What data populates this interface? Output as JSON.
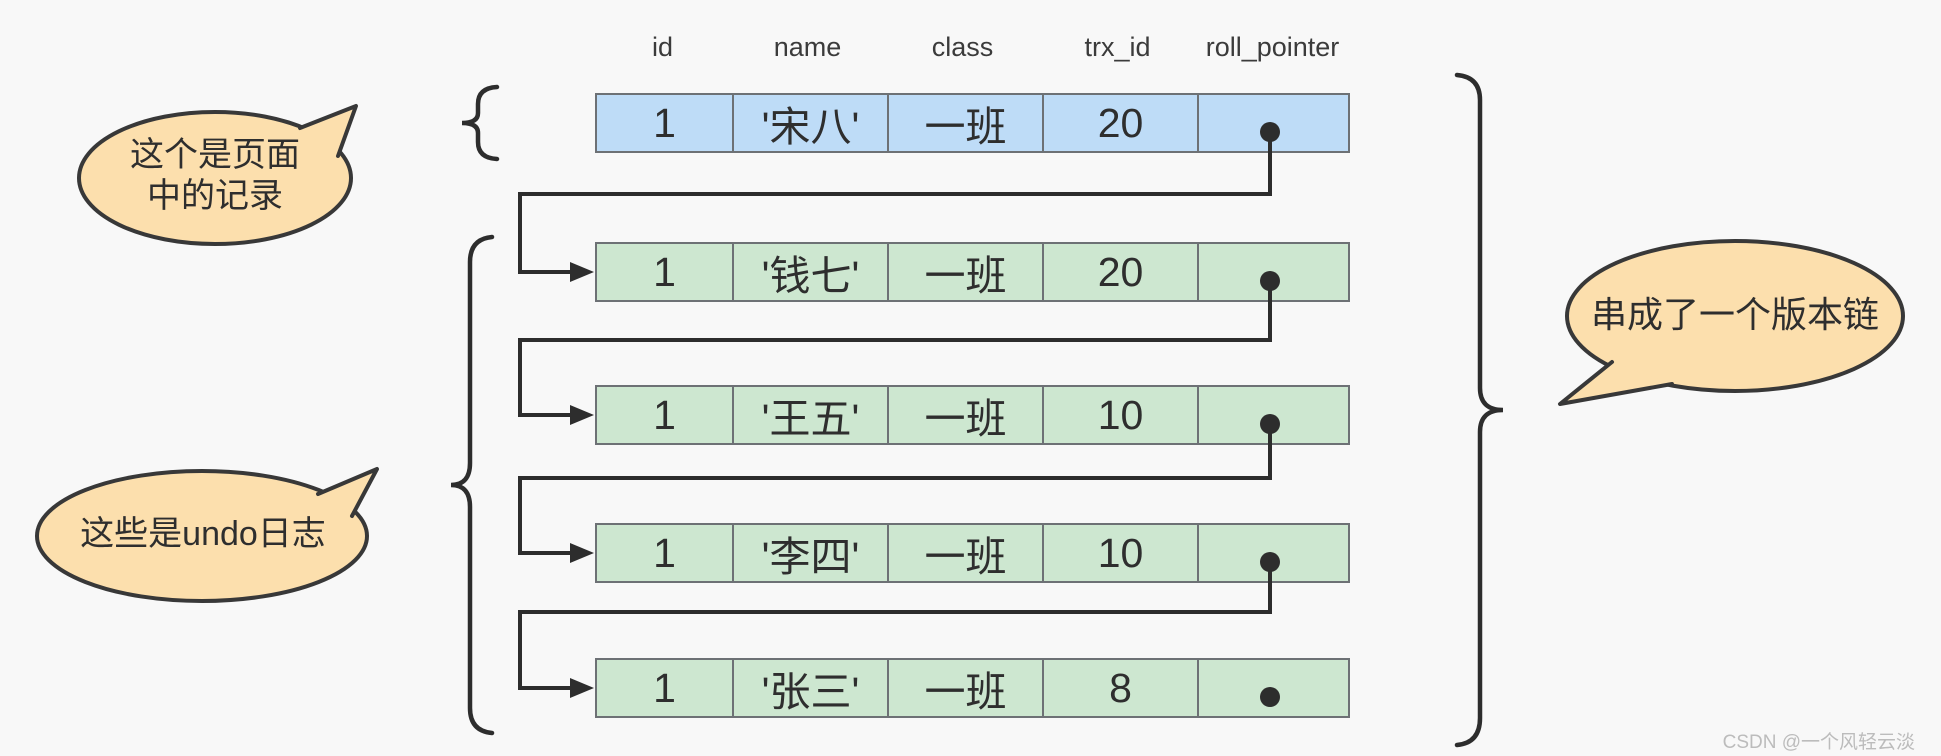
{
  "diagram": {
    "table": {
      "columns": [
        "id",
        "name",
        "class",
        "trx_id",
        "roll_pointer"
      ],
      "rows": [
        {
          "id": "1",
          "name": "'宋八'",
          "class": "一班",
          "trx_id": "20",
          "kind": "page_record"
        },
        {
          "id": "1",
          "name": "'钱七'",
          "class": "一班",
          "trx_id": "20",
          "kind": "undo_log"
        },
        {
          "id": "1",
          "name": "'王五'",
          "class": "一班",
          "trx_id": "10",
          "kind": "undo_log"
        },
        {
          "id": "1",
          "name": "'李四'",
          "class": "一班",
          "trx_id": "10",
          "kind": "undo_log"
        },
        {
          "id": "1",
          "name": "'张三'",
          "class": "一班",
          "trx_id": "8",
          "kind": "undo_log"
        }
      ]
    },
    "callouts": {
      "page_record": {
        "line1": "这个是页面",
        "line2": "中的记录"
      },
      "undo_logs": {
        "text": "这些是undo日志"
      },
      "version_chain": {
        "text": "串成了一个版本链"
      }
    },
    "colors": {
      "background": "#f8f8f8",
      "page_record_fill": "#bedcf7",
      "undo_log_fill": "#cde7d0",
      "callout_fill": "#fcdfad",
      "line": "#2d2d2d",
      "cell_border": "#6d7175"
    },
    "watermark": {
      "text": "CSDN @一个风轻云淡"
    }
  }
}
